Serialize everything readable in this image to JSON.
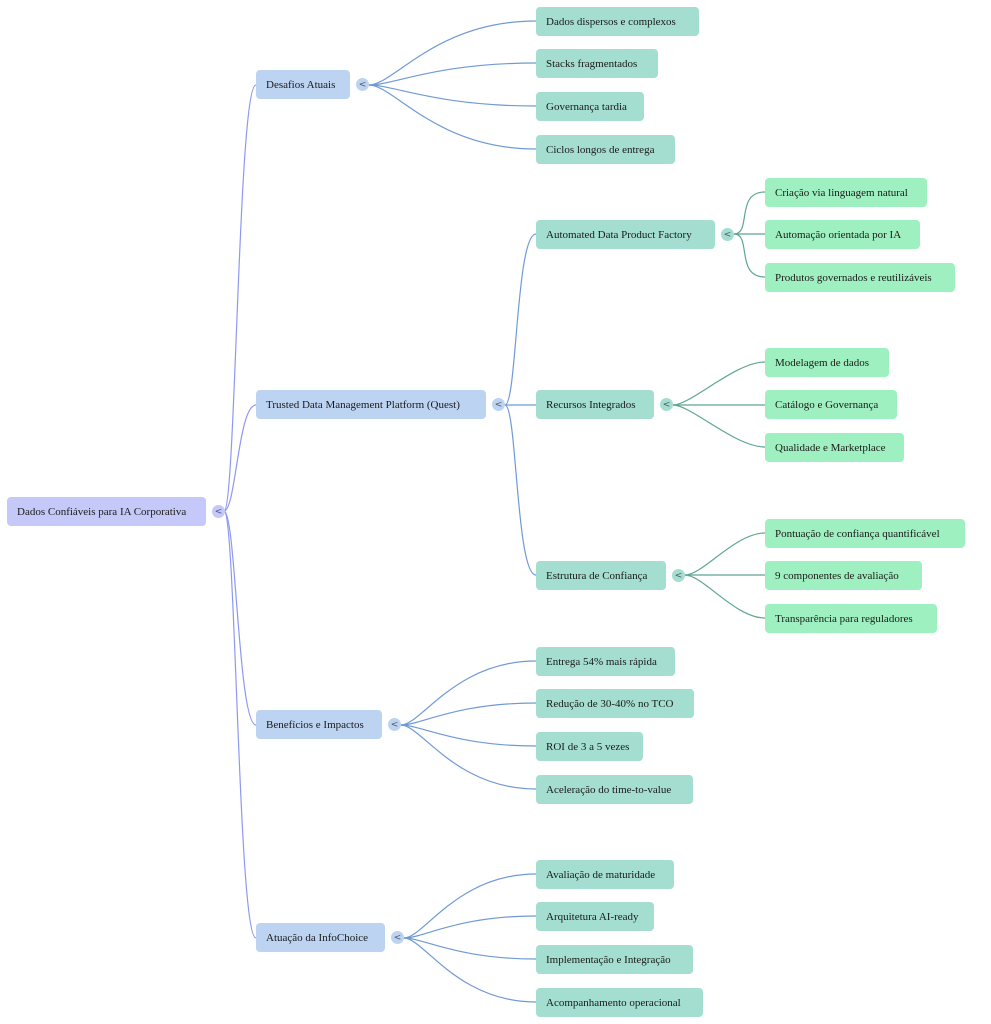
{
  "mindmap": {
    "root": {
      "label": "Dados Confiáveis para IA Corporativa",
      "toggle_icon": "<",
      "children": [
        {
          "label": "Desafios Atuais",
          "toggle_icon": "<",
          "children": [
            {
              "label": "Dados dispersos e complexos"
            },
            {
              "label": "Stacks fragmentados"
            },
            {
              "label": "Governança tardia"
            },
            {
              "label": "Ciclos longos de entrega"
            }
          ]
        },
        {
          "label": "Trusted Data Management Platform (Quest)",
          "toggle_icon": "<",
          "children": [
            {
              "label": "Automated Data Product Factory",
              "toggle_icon": "<",
              "children": [
                {
                  "label": "Criação via linguagem natural"
                },
                {
                  "label": "Automação orientada por IA"
                },
                {
                  "label": "Produtos governados e reutilizáveis"
                }
              ]
            },
            {
              "label": "Recursos Integrados",
              "toggle_icon": "<",
              "children": [
                {
                  "label": "Modelagem de dados"
                },
                {
                  "label": "Catálogo e Governança"
                },
                {
                  "label": "Qualidade e Marketplace"
                }
              ]
            },
            {
              "label": "Estrutura de Confiança",
              "toggle_icon": "<",
              "children": [
                {
                  "label": "Pontuação de confiança quantificável"
                },
                {
                  "label": "9 componentes de avaliação"
                },
                {
                  "label": "Transparência para reguladores"
                }
              ]
            }
          ]
        },
        {
          "label": "Benefícios e Impactos",
          "toggle_icon": "<",
          "children": [
            {
              "label": "Entrega 54% mais rápida"
            },
            {
              "label": "Redução de 30-40% no TCO"
            },
            {
              "label": "ROI de 3 a 5 vezes"
            },
            {
              "label": "Aceleração do time-to-value"
            }
          ]
        },
        {
          "label": "Atuação da InfoChoice",
          "toggle_icon": "<",
          "children": [
            {
              "label": "Avaliação de maturidade"
            },
            {
              "label": "Arquitetura AI-ready"
            },
            {
              "label": "Implementação e Integração"
            },
            {
              "label": "Acompanhamento operacional"
            }
          ]
        }
      ]
    },
    "colors": {
      "root_fill": "#c4c9f9",
      "level1_fill": "#bcd4f1",
      "level2_fill": "#a3ded0",
      "level3_fill": "#9ff0c0",
      "root_edge": "#8f98f0",
      "level1_edge": "#6f9ad6",
      "level2_edge": "#5fa596"
    }
  }
}
